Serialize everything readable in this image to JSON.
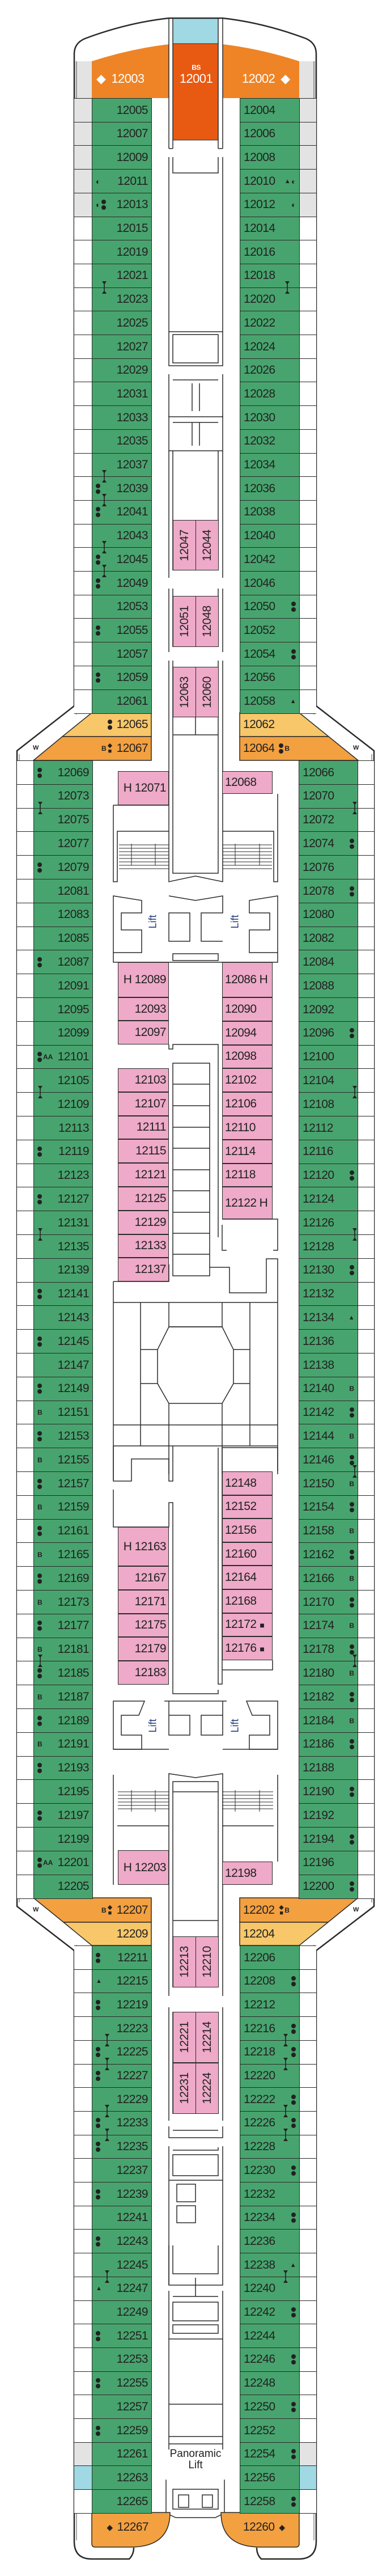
{
  "colors": {
    "green": "#48a46e",
    "pink": "#eeaac8",
    "orange": "#f3a040",
    "bow_orange": "#ee8426",
    "light_orange": "#f7c76a",
    "suite_red": "#e85a12",
    "blue": "#a0d8e3",
    "gray": "#e3e3e3"
  },
  "bow": {
    "port": {
      "n": "12003",
      "icons": [
        "diamond"
      ]
    },
    "center": {
      "code": "BS",
      "n": "12001"
    },
    "stbd": {
      "n": "12002",
      "icons": [
        "diamond"
      ]
    }
  },
  "fore": {
    "port": [
      {
        "n": "12005",
        "s": "gray"
      },
      {
        "n": "12007",
        "s": "gray"
      },
      {
        "n": "12009",
        "s": "gray"
      },
      {
        "n": "12011",
        "s": "gray",
        "i": [
          "half"
        ]
      },
      {
        "n": "12013",
        "s": "gray",
        "i": [
          "half",
          "dots"
        ]
      },
      {
        "n": "12015"
      },
      {
        "n": "12019"
      },
      {
        "n": "12021",
        "l": 1
      },
      {
        "n": "12023"
      },
      {
        "n": "12025"
      },
      {
        "n": "12027"
      },
      {
        "n": "12029"
      },
      {
        "n": "12031"
      },
      {
        "n": "12033"
      },
      {
        "n": "12035"
      },
      {
        "n": "12037",
        "l": 1
      },
      {
        "n": "12039",
        "i": [
          "dots"
        ],
        "l": 1
      },
      {
        "n": "12041",
        "i": [
          "dots"
        ]
      },
      {
        "n": "12043",
        "l": 1
      },
      {
        "n": "12045",
        "i": [
          "dots"
        ],
        "l": 1
      },
      {
        "n": "12049",
        "i": [
          "dots"
        ]
      },
      {
        "n": "12053"
      },
      {
        "n": "12055",
        "i": [
          "dots"
        ]
      },
      {
        "n": "12057"
      },
      {
        "n": "12059",
        "i": [
          "dots"
        ]
      },
      {
        "n": "12061"
      }
    ],
    "stbd": [
      {
        "n": "12004",
        "s": "gray"
      },
      {
        "n": "12006",
        "s": "gray"
      },
      {
        "n": "12008",
        "s": "gray"
      },
      {
        "n": "12010",
        "s": "gray",
        "i": [
          "tri",
          "half"
        ]
      },
      {
        "n": "12012",
        "s": "gray",
        "i": [
          "half"
        ]
      },
      {
        "n": "12014"
      },
      {
        "n": "12016"
      },
      {
        "n": "12018",
        "l": 1
      },
      {
        "n": "12020"
      },
      {
        "n": "12022"
      },
      {
        "n": "12024"
      },
      {
        "n": "12026"
      },
      {
        "n": "12028"
      },
      {
        "n": "12030"
      },
      {
        "n": "12032"
      },
      {
        "n": "12034"
      },
      {
        "n": "12036"
      },
      {
        "n": "12038"
      },
      {
        "n": "12040"
      },
      {
        "n": "12042"
      },
      {
        "n": "12046"
      },
      {
        "n": "12050",
        "i": [
          "dots"
        ]
      },
      {
        "n": "12052"
      },
      {
        "n": "12054",
        "i": [
          "dots"
        ]
      },
      {
        "n": "12056"
      },
      {
        "n": "12058",
        "i": [
          "tri"
        ]
      }
    ],
    "transition_port": [
      {
        "n": "12065",
        "c": "light_orange",
        "i": [
          "dots"
        ]
      },
      {
        "n": "12067",
        "c": "orange",
        "i": [
          "B",
          "diamond-square"
        ]
      }
    ],
    "transition_stbd": [
      {
        "n": "12062",
        "c": "light_orange"
      },
      {
        "n": "12064",
        "c": "orange",
        "i": [
          "dots",
          "B"
        ]
      }
    ],
    "inside_vertical": [
      [
        "12047",
        "12044"
      ],
      [
        "12051",
        "12048"
      ],
      [
        "12063",
        "12060"
      ]
    ]
  },
  "wide": {
    "port": [
      {
        "n": "12069",
        "i": [
          "dots"
        ]
      },
      {
        "n": "12073",
        "l": 1
      },
      {
        "n": "12075"
      },
      {
        "n": "12077"
      },
      {
        "n": "12079",
        "i": [
          "dots"
        ]
      },
      {
        "n": "12081"
      },
      {
        "n": "12083"
      },
      {
        "n": "12085"
      },
      {
        "n": "12087",
        "i": [
          "dots"
        ]
      },
      {
        "n": "12091"
      },
      {
        "n": "12095"
      },
      {
        "n": "12099"
      },
      {
        "n": "12101",
        "i": [
          "dots",
          "AA"
        ]
      },
      {
        "n": "12105",
        "l": 1
      },
      {
        "n": "12109"
      },
      {
        "n": "12113"
      },
      {
        "n": "12119",
        "i": [
          "dots"
        ]
      },
      {
        "n": "12123"
      },
      {
        "n": "12127",
        "i": [
          "dots"
        ]
      },
      {
        "n": "12131",
        "l": 1
      },
      {
        "n": "12135"
      },
      {
        "n": "12139"
      },
      {
        "n": "12141",
        "i": [
          "dots"
        ]
      },
      {
        "n": "12143"
      },
      {
        "n": "12145",
        "i": [
          "dots"
        ]
      },
      {
        "n": "12147"
      },
      {
        "n": "12149",
        "i": [
          "dots"
        ]
      },
      {
        "n": "12151",
        "i": [
          "B"
        ]
      },
      {
        "n": "12153",
        "i": [
          "dots"
        ]
      },
      {
        "n": "12155",
        "i": [
          "B"
        ]
      },
      {
        "n": "12157",
        "i": [
          "dots"
        ]
      },
      {
        "n": "12159",
        "i": [
          "B"
        ]
      },
      {
        "n": "12161",
        "i": [
          "dots"
        ]
      },
      {
        "n": "12165",
        "i": [
          "B"
        ]
      },
      {
        "n": "12169",
        "i": [
          "dots"
        ]
      },
      {
        "n": "12173",
        "i": [
          "B"
        ]
      },
      {
        "n": "12177",
        "i": [
          "dots"
        ]
      },
      {
        "n": "12181",
        "i": [
          "B"
        ],
        "l": 1
      },
      {
        "n": "12185",
        "i": [
          "dots"
        ]
      },
      {
        "n": "12187",
        "i": [
          "B"
        ]
      },
      {
        "n": "12189",
        "i": [
          "dots"
        ]
      },
      {
        "n": "12191",
        "i": [
          "B"
        ]
      },
      {
        "n": "12193",
        "i": [
          "dots"
        ]
      },
      {
        "n": "12195"
      },
      {
        "n": "12197",
        "i": [
          "dots"
        ]
      },
      {
        "n": "12199"
      },
      {
        "n": "12201",
        "i": [
          "dots",
          "AA"
        ]
      },
      {
        "n": "12205"
      }
    ],
    "stbd": [
      {
        "n": "12066"
      },
      {
        "n": "12070",
        "l": 1
      },
      {
        "n": "12072"
      },
      {
        "n": "12074",
        "i": [
          "dots"
        ]
      },
      {
        "n": "12076"
      },
      {
        "n": "12078",
        "i": [
          "dots"
        ]
      },
      {
        "n": "12080"
      },
      {
        "n": "12082"
      },
      {
        "n": "12084"
      },
      {
        "n": "12088"
      },
      {
        "n": "12092"
      },
      {
        "n": "12096",
        "i": [
          "dots"
        ]
      },
      {
        "n": "12100"
      },
      {
        "n": "12104",
        "l": 1
      },
      {
        "n": "12108"
      },
      {
        "n": "12112"
      },
      {
        "n": "12116"
      },
      {
        "n": "12120",
        "i": [
          "dots"
        ]
      },
      {
        "n": "12124"
      },
      {
        "n": "12126",
        "l": 1
      },
      {
        "n": "12128"
      },
      {
        "n": "12130",
        "i": [
          "dots"
        ]
      },
      {
        "n": "12132"
      },
      {
        "n": "12134",
        "i": [
          "tri"
        ]
      },
      {
        "n": "12136"
      },
      {
        "n": "12138"
      },
      {
        "n": "12140",
        "i": [
          "B"
        ]
      },
      {
        "n": "12142",
        "i": [
          "dots"
        ]
      },
      {
        "n": "12144",
        "i": [
          "B"
        ]
      },
      {
        "n": "12146",
        "i": [
          "dots"
        ],
        "l": 1
      },
      {
        "n": "12150",
        "i": [
          "B"
        ]
      },
      {
        "n": "12154",
        "i": [
          "dots"
        ]
      },
      {
        "n": "12158",
        "i": [
          "B"
        ]
      },
      {
        "n": "12162",
        "i": [
          "dots"
        ]
      },
      {
        "n": "12166",
        "i": [
          "B"
        ]
      },
      {
        "n": "12170",
        "i": [
          "dots"
        ]
      },
      {
        "n": "12174",
        "i": [
          "B"
        ]
      },
      {
        "n": "12178",
        "i": [
          "dots"
        ],
        "l": 1
      },
      {
        "n": "12180",
        "i": [
          "B"
        ]
      },
      {
        "n": "12182",
        "i": [
          "dots"
        ]
      },
      {
        "n": "12184",
        "i": [
          "B"
        ]
      },
      {
        "n": "12186",
        "i": [
          "dots"
        ]
      },
      {
        "n": "12188"
      },
      {
        "n": "12190",
        "i": [
          "dots"
        ]
      },
      {
        "n": "12192"
      },
      {
        "n": "12194",
        "i": [
          "dots"
        ]
      },
      {
        "n": "12196"
      },
      {
        "n": "12200",
        "i": [
          "dots"
        ]
      }
    ],
    "inside_port": [
      {
        "n": "12071",
        "prefix": "H"
      },
      {
        "n": "12089",
        "prefix": "H"
      },
      {
        "n": "12093"
      },
      {
        "n": "12097"
      },
      {
        "n": "12103"
      },
      {
        "n": "12107"
      },
      {
        "n": "12111"
      },
      {
        "n": "12115"
      },
      {
        "n": "12121"
      },
      {
        "n": "12125"
      },
      {
        "n": "12129"
      },
      {
        "n": "12133"
      },
      {
        "n": "12137"
      },
      {
        "n": "12163",
        "prefix": "H"
      },
      {
        "n": "12167"
      },
      {
        "n": "12171"
      },
      {
        "n": "12175"
      },
      {
        "n": "12179"
      },
      {
        "n": "12183"
      },
      {
        "n": "12203",
        "prefix": "H"
      }
    ],
    "inside_stbd": [
      {
        "n": "12068"
      },
      {
        "n": "12086",
        "suffix": "H"
      },
      {
        "n": "12090"
      },
      {
        "n": "12094"
      },
      {
        "n": "12098"
      },
      {
        "n": "12102"
      },
      {
        "n": "12106"
      },
      {
        "n": "12110"
      },
      {
        "n": "12114"
      },
      {
        "n": "12118"
      },
      {
        "n": "12122",
        "suffix": "H"
      },
      {
        "n": "12148"
      },
      {
        "n": "12152"
      },
      {
        "n": "12156"
      },
      {
        "n": "12160"
      },
      {
        "n": "12164"
      },
      {
        "n": "12168"
      },
      {
        "n": "12172",
        "i": [
          "square"
        ]
      },
      {
        "n": "12176",
        "i": [
          "square"
        ]
      },
      {
        "n": "12198"
      }
    ],
    "lift_label": "Lift",
    "wheelchair_label": "W"
  },
  "aft": {
    "transition_port": [
      {
        "n": "12207",
        "c": "orange",
        "i": [
          "B",
          "diamond-square"
        ]
      },
      {
        "n": "12209",
        "c": "light_orange"
      }
    ],
    "transition_stbd": [
      {
        "n": "12202",
        "c": "orange",
        "i": [
          "diamond-square",
          "B"
        ]
      },
      {
        "n": "12204",
        "c": "light_orange"
      }
    ],
    "port": [
      {
        "n": "12211",
        "i": [
          "dots"
        ]
      },
      {
        "n": "12215",
        "i": [
          "tri"
        ]
      },
      {
        "n": "12219",
        "i": [
          "dots"
        ]
      },
      {
        "n": "12223",
        "l": 1
      },
      {
        "n": "12225",
        "i": [
          "dots"
        ],
        "l": 1
      },
      {
        "n": "12227",
        "i": [
          "dots"
        ]
      },
      {
        "n": "12229",
        "l": 1
      },
      {
        "n": "12233",
        "i": [
          "dots"
        ],
        "l": 1
      },
      {
        "n": "12235",
        "i": [
          "dots"
        ]
      },
      {
        "n": "12237"
      },
      {
        "n": "12239",
        "i": [
          "dots"
        ]
      },
      {
        "n": "12241"
      },
      {
        "n": "12243",
        "i": [
          "dots"
        ]
      },
      {
        "n": "12245",
        "l": 1
      },
      {
        "n": "12247",
        "i": [
          "tri"
        ]
      },
      {
        "n": "12249"
      },
      {
        "n": "12251",
        "i": [
          "dots"
        ]
      },
      {
        "n": "12253"
      },
      {
        "n": "12255",
        "i": [
          "dots"
        ]
      },
      {
        "n": "12257"
      },
      {
        "n": "12259",
        "i": [
          "dots"
        ]
      },
      {
        "n": "12261",
        "s": "gray"
      },
      {
        "n": "12263",
        "s": "blue"
      },
      {
        "n": "12265"
      }
    ],
    "stbd": [
      {
        "n": "12206"
      },
      {
        "n": "12208",
        "i": [
          "dots"
        ]
      },
      {
        "n": "12212"
      },
      {
        "n": "12216",
        "i": [
          "dots"
        ],
        "l": 1
      },
      {
        "n": "12218",
        "i": [
          "dots"
        ],
        "l": 1
      },
      {
        "n": "12220"
      },
      {
        "n": "12222",
        "i": [
          "dots"
        ],
        "l": 1
      },
      {
        "n": "12226",
        "i": [
          "dots"
        ],
        "l": 1
      },
      {
        "n": "12228"
      },
      {
        "n": "12230",
        "i": [
          "dots"
        ]
      },
      {
        "n": "12232"
      },
      {
        "n": "12234",
        "i": [
          "dots"
        ]
      },
      {
        "n": "12236"
      },
      {
        "n": "12238",
        "i": [
          "tri"
        ],
        "l": 1
      },
      {
        "n": "12240"
      },
      {
        "n": "12242",
        "i": [
          "dots"
        ]
      },
      {
        "n": "12244"
      },
      {
        "n": "12246",
        "i": [
          "dots"
        ]
      },
      {
        "n": "12248"
      },
      {
        "n": "12250",
        "i": [
          "dots"
        ]
      },
      {
        "n": "12252"
      },
      {
        "n": "12254",
        "i": [
          "dots"
        ],
        "s": "gray"
      },
      {
        "n": "12256",
        "s": "blue"
      },
      {
        "n": "12258",
        "i": [
          "dots"
        ]
      }
    ],
    "inside_vertical": [
      [
        "12213",
        "12210"
      ],
      [
        "12221",
        "12214"
      ],
      [
        "12231",
        "12224"
      ]
    ],
    "stern_port": {
      "n": "12267",
      "icons": [
        "diamond"
      ]
    },
    "stern_stbd": {
      "n": "12260",
      "icons": [
        "diamond"
      ]
    },
    "panoramic_lift_line1": "Panoramic",
    "panoramic_lift_line2": "Lift"
  }
}
